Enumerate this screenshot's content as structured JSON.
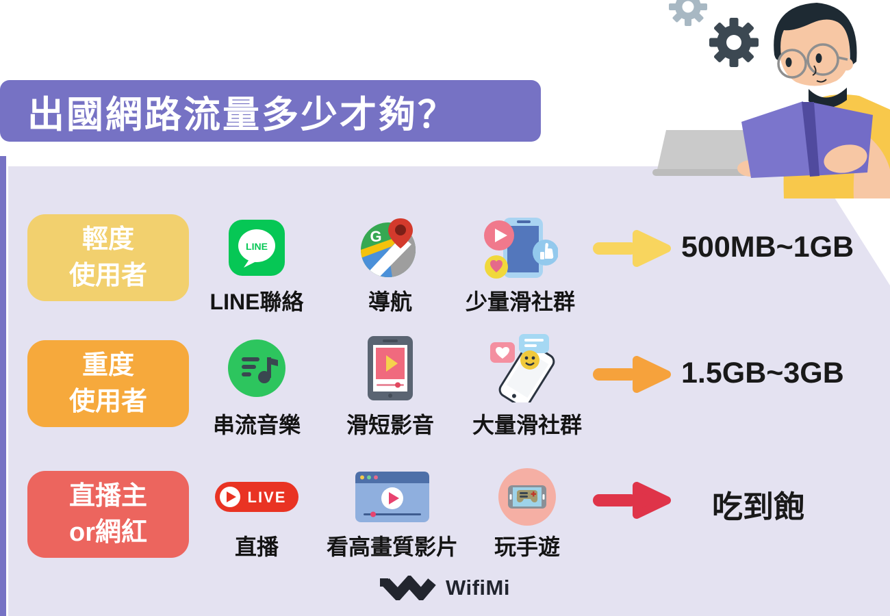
{
  "title": "出國網路流量多少才夠？",
  "colors": {
    "banner_purple": "#7672c4",
    "panel_lavender": "#e4e2f1",
    "badge_yellow": "#f2d06e",
    "badge_orange": "#f6a93c",
    "badge_red": "#ec655e",
    "arrow_yellow": "#f8d55e",
    "arrow_orange": "#f6a23c",
    "arrow_red": "#df3449",
    "text_black": "#191919",
    "line_green": "#06c755",
    "live_red": "#e93323"
  },
  "rows": [
    {
      "badge": {
        "line1": "輕度",
        "line2": "使用者",
        "color": "#f2d06e"
      },
      "items": [
        {
          "icon": "line-app-icon",
          "label": "LINE聯絡"
        },
        {
          "icon": "google-maps-icon",
          "label": "導航"
        },
        {
          "icon": "social-phone-icon",
          "label": "少量滑社群"
        }
      ],
      "arrow_color": "#f8d55e",
      "value": "500MB~1GB"
    },
    {
      "badge": {
        "line1": "重度",
        "line2": "使用者",
        "color": "#f6a93c"
      },
      "items": [
        {
          "icon": "music-streaming-icon",
          "label": "串流音樂"
        },
        {
          "icon": "short-video-phone-icon",
          "label": "滑短影音"
        },
        {
          "icon": "tilted-social-phone-icon",
          "label": "大量滑社群"
        }
      ],
      "arrow_color": "#f6a23c",
      "value": "1.5GB~3GB"
    },
    {
      "badge": {
        "line1": "直播主",
        "line2": "or網紅",
        "color": "#ec655e"
      },
      "items": [
        {
          "icon": "live-badge-icon",
          "label": "直播"
        },
        {
          "icon": "video-player-window-icon",
          "label": "看高畫質影片"
        },
        {
          "icon": "mobile-game-icon",
          "label": "玩手遊"
        }
      ],
      "arrow_color": "#df3449",
      "value": "吃到飽"
    }
  ],
  "icon_texts": {
    "line": "LINE",
    "live": "LIVE"
  },
  "logo": {
    "text": "WifiMi"
  },
  "illustration": "person-reading-book-with-laptop-and-gears"
}
